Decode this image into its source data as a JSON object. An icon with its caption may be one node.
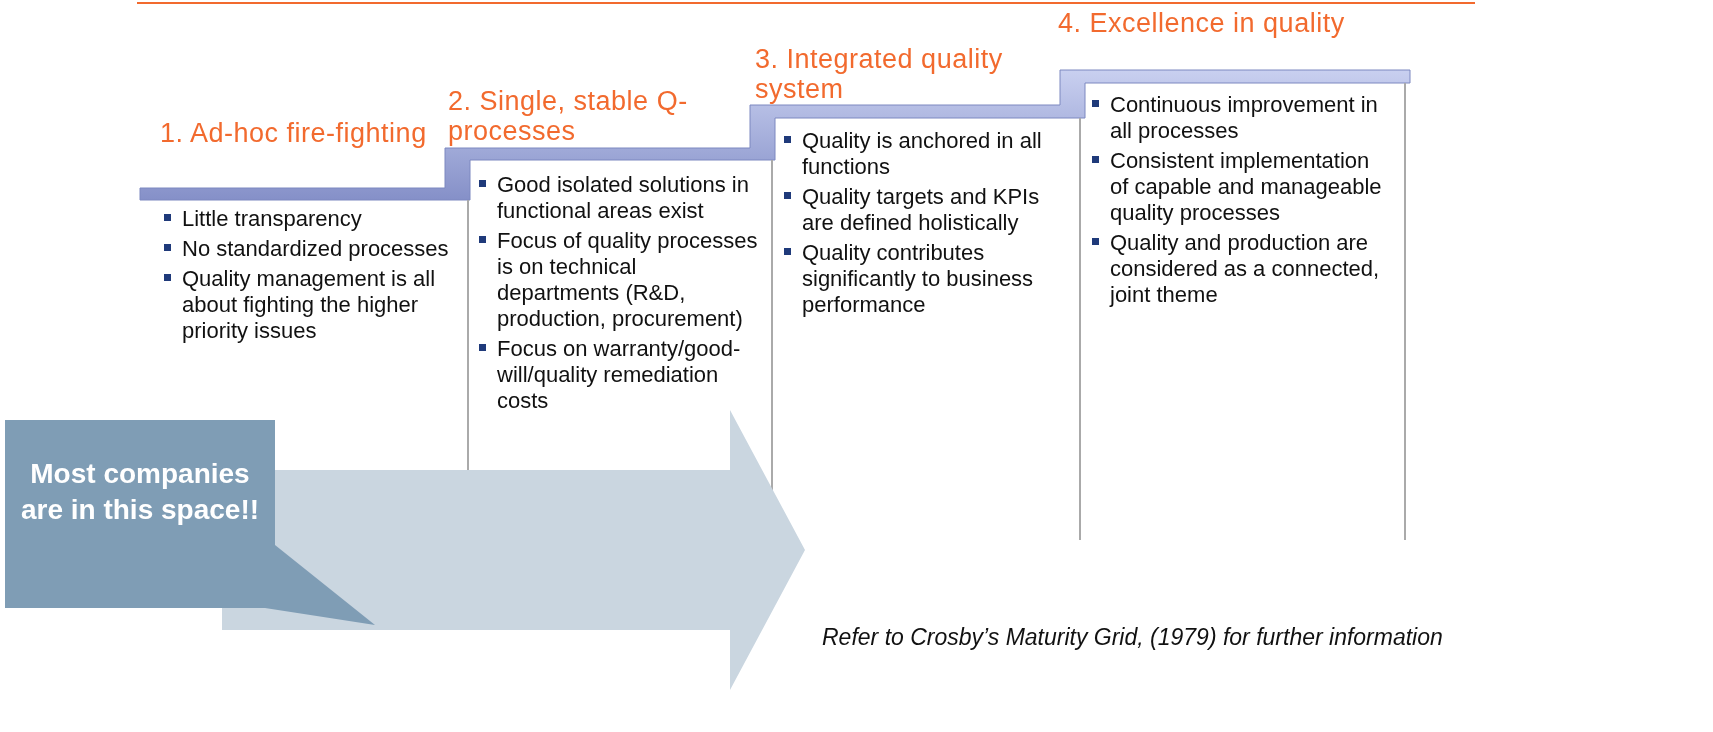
{
  "diagram": {
    "nodes": [
      {
        "text": [
          "1. Ad-hoc fire-fighting",
          "Little transparency",
          "No standardized processes",
          "Quality management is all about fighting the higher priority issues"
        ]
      },
      {
        "text": [
          "2. Single, stable Q- processes",
          "Good isolated solutions in functional areas exist",
          "Focus of quality processes is on technical departments (R&D, production, procurement)",
          "Focus on warranty/good-will/quality remediation costs"
        ]
      },
      {
        "text": [
          "3. Integrated quality system",
          "Quality is anchored in all functions",
          "Quality targets and KPIs are defined holistically",
          "Quality contributes significantly to business performance"
        ]
      },
      {
        "text": [
          "4. Excellence in quality",
          "Continuous improvement in all processes",
          "Consistent implementation of capable and manageable quality processes",
          "Quality and production are considered as a connected, joint theme"
        ]
      },
      {
        "text": [
          "Most companies are in this space!!"
        ]
      }
    ],
    "edges": [],
    "labels": [
      "Refer to Crosby’s Maturity Grid, (1979) for further information"
    ]
  }
}
